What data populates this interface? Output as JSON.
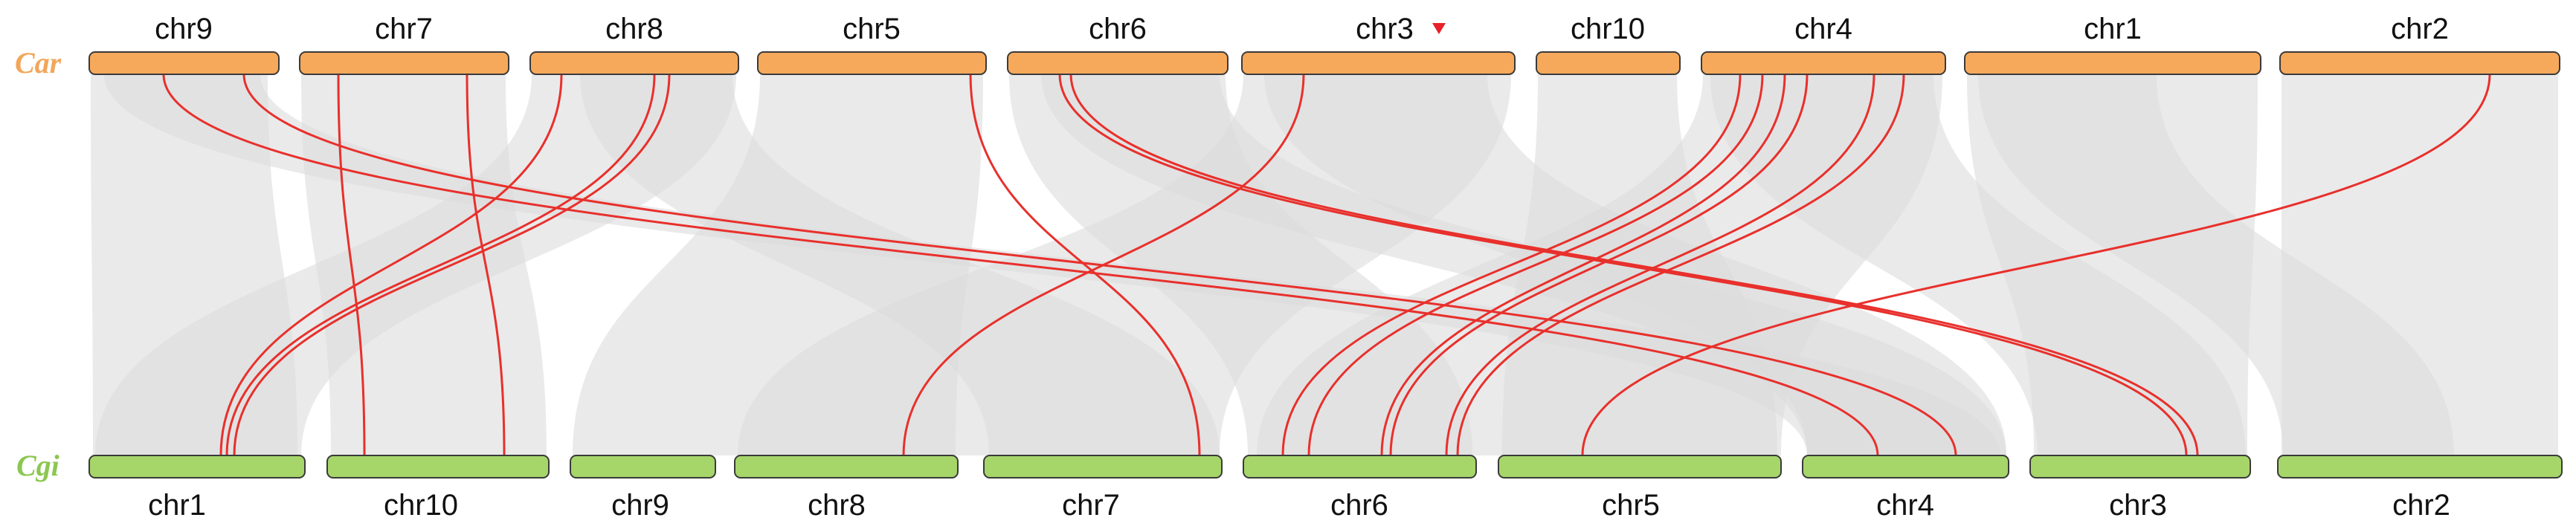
{
  "colors": {
    "top_genome": "#f7a95b",
    "bottom_genome": "#a6d56a",
    "top_label": "#f2a65a",
    "bottom_label": "#8cc751",
    "background_link": "#dcdcdc",
    "highlight_link": "#e8302c",
    "chr_border": "#3a3a3a",
    "marker": "#e8202a"
  },
  "genomes": {
    "top": {
      "label": "Car"
    },
    "bottom": {
      "label": "Cgi"
    }
  },
  "top_chromosomes": [
    "chr9",
    "chr7",
    "chr8",
    "chr5",
    "chr6",
    "chr3",
    "chr10",
    "chr4",
    "chr1",
    "chr2"
  ],
  "bottom_chromosomes": [
    "chr1",
    "chr10",
    "chr9",
    "chr8",
    "chr7",
    "chr6",
    "chr5",
    "chr4",
    "chr3",
    "chr2"
  ],
  "marker": {
    "chromosome": "chr3",
    "genome": "top",
    "icon": "triangle-down-icon"
  }
}
